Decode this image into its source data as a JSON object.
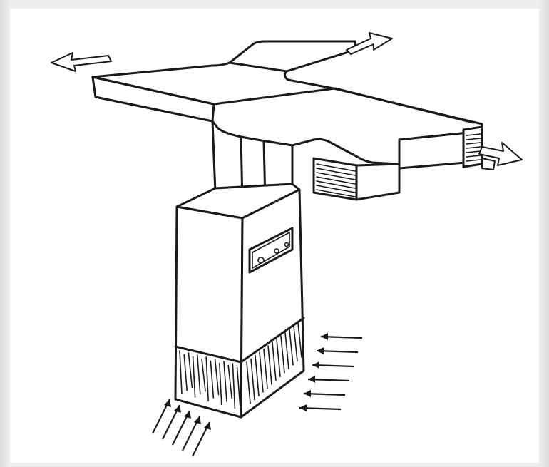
{
  "colors": {
    "background": "#ececec",
    "panel": "#ffffff",
    "ink": "#1a1a1a"
  },
  "icons": [
    "ductwork-trunk",
    "air-handler-cabinet",
    "control-panel",
    "intake-grille",
    "supply-airflow-arrow",
    "return-airflow-arrow"
  ]
}
